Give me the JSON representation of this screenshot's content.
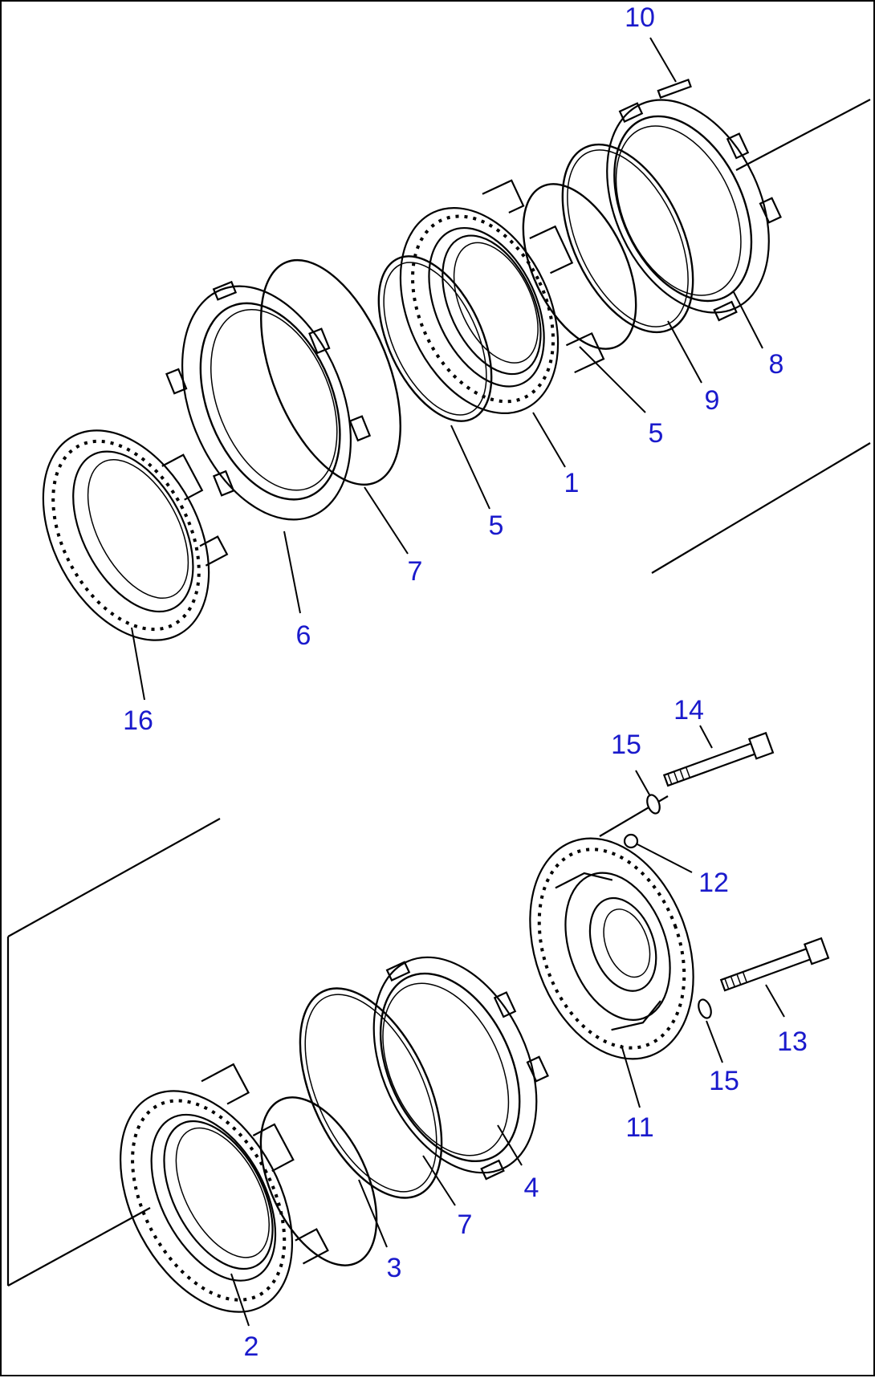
{
  "colors": {
    "callout": "#1a1acc",
    "line": "#000000",
    "background": "#ffffff"
  },
  "callouts": {
    "c1": "1",
    "c2": "2",
    "c3": "3",
    "c4": "4",
    "c5a": "5",
    "c5b": "5",
    "c6": "6",
    "c7a": "7",
    "c7b": "7",
    "c8": "8",
    "c9": "9",
    "c10": "10",
    "c11": "11",
    "c12": "12",
    "c13": "13",
    "c14": "14",
    "c15a": "15",
    "c15b": "15",
    "c16": "16"
  }
}
